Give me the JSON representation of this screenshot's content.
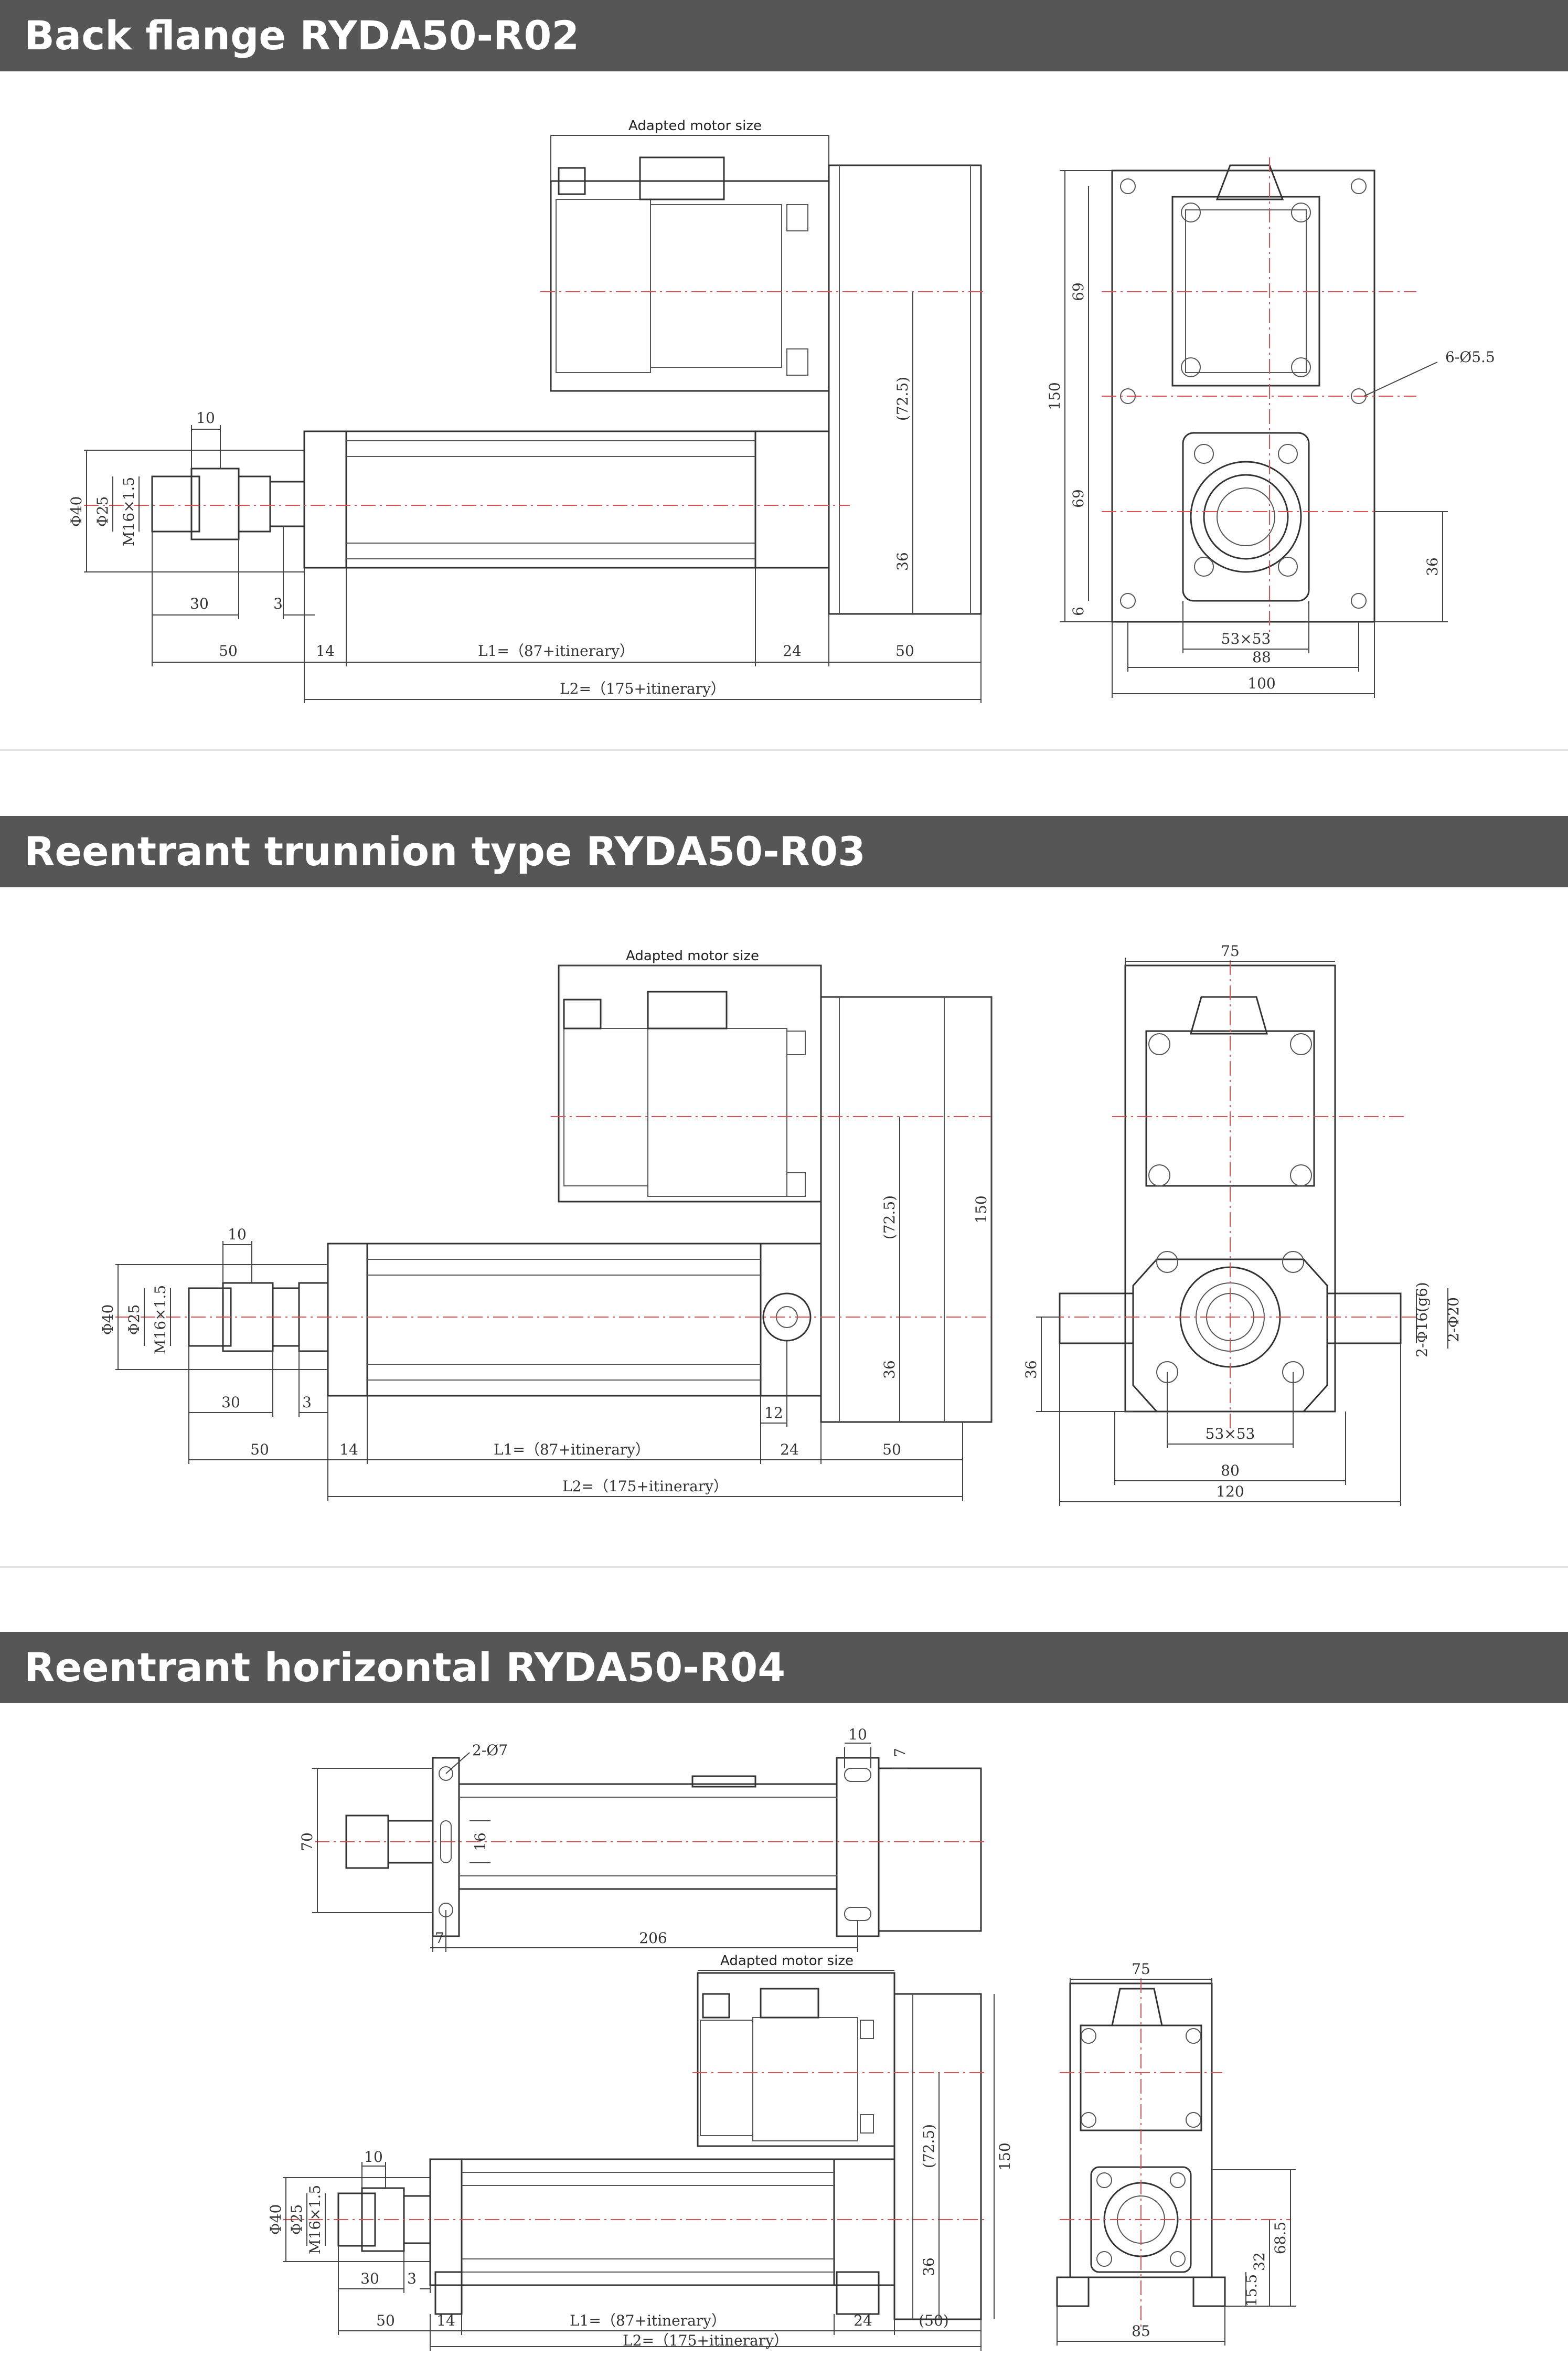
{
  "sections": [
    {
      "title": "Back flange RYDA50-R02",
      "motor_label": "Adapted motor size",
      "dims": {
        "d10": "10",
        "d40": "Φ40",
        "d25": "Φ25",
        "m16": "M16×1.5",
        "d30": "30",
        "d3": "3",
        "d50a": "50",
        "d14": "14",
        "l1": "L1=（87+itinerary）",
        "d24": "24",
        "d50b": "50",
        "l2": "L2=（175+itinerary）",
        "d725": "(72.5)",
        "d36": "36",
        "v69a": "69",
        "v150": "150",
        "v69b": "69",
        "v6": "6",
        "holes": "6-Ø5.5",
        "v36r": "36",
        "w5353": "53×53",
        "w88": "88",
        "w100": "100"
      }
    },
    {
      "title": "Reentrant trunnion type RYDA50-R03",
      "motor_label": "Adapted motor size",
      "dims": {
        "d10": "10",
        "d40": "Φ40",
        "d25": "Φ25",
        "m16": "M16×1.5",
        "d30": "30",
        "d3": "3",
        "d50a": "50",
        "d14": "14",
        "l1": "L1=（87+itinerary）",
        "d24": "24",
        "d50b": "50",
        "d12": "12",
        "l2": "L2=（175+itinerary）",
        "d725": "(72.5)",
        "d36": "36",
        "v150": "150",
        "w75": "75",
        "v36l": "36",
        "pin16": "2-Φ16(g6)",
        "pin20": "2-Φ20",
        "w5353": "53×53",
        "w80": "80",
        "w120": "120"
      }
    },
    {
      "title": "Reentrant horizontal RYDA50-R04",
      "motor_label": "Adapted motor size",
      "top_dims": {
        "holes": "2-Ø7",
        "t10": "10",
        "t7a": "7",
        "v70": "70",
        "v16": "16",
        "t7b": "7",
        "t206": "206"
      },
      "dims": {
        "d10": "10",
        "d40": "Φ40",
        "d25": "Φ25",
        "m16": "M16×1.5",
        "d30": "30",
        "d3": "3",
        "d50a": "50",
        "d14": "14",
        "l1": "L1=（87+itinerary）",
        "d24": "24",
        "d50b": "(50)",
        "l2": "L2=（175+itinerary）",
        "d725": "(72.5)",
        "d36": "36",
        "v150": "150",
        "w75": "75",
        "v685": "68.5",
        "v32": "32",
        "v155": "15.5",
        "w85": "85"
      }
    }
  ]
}
